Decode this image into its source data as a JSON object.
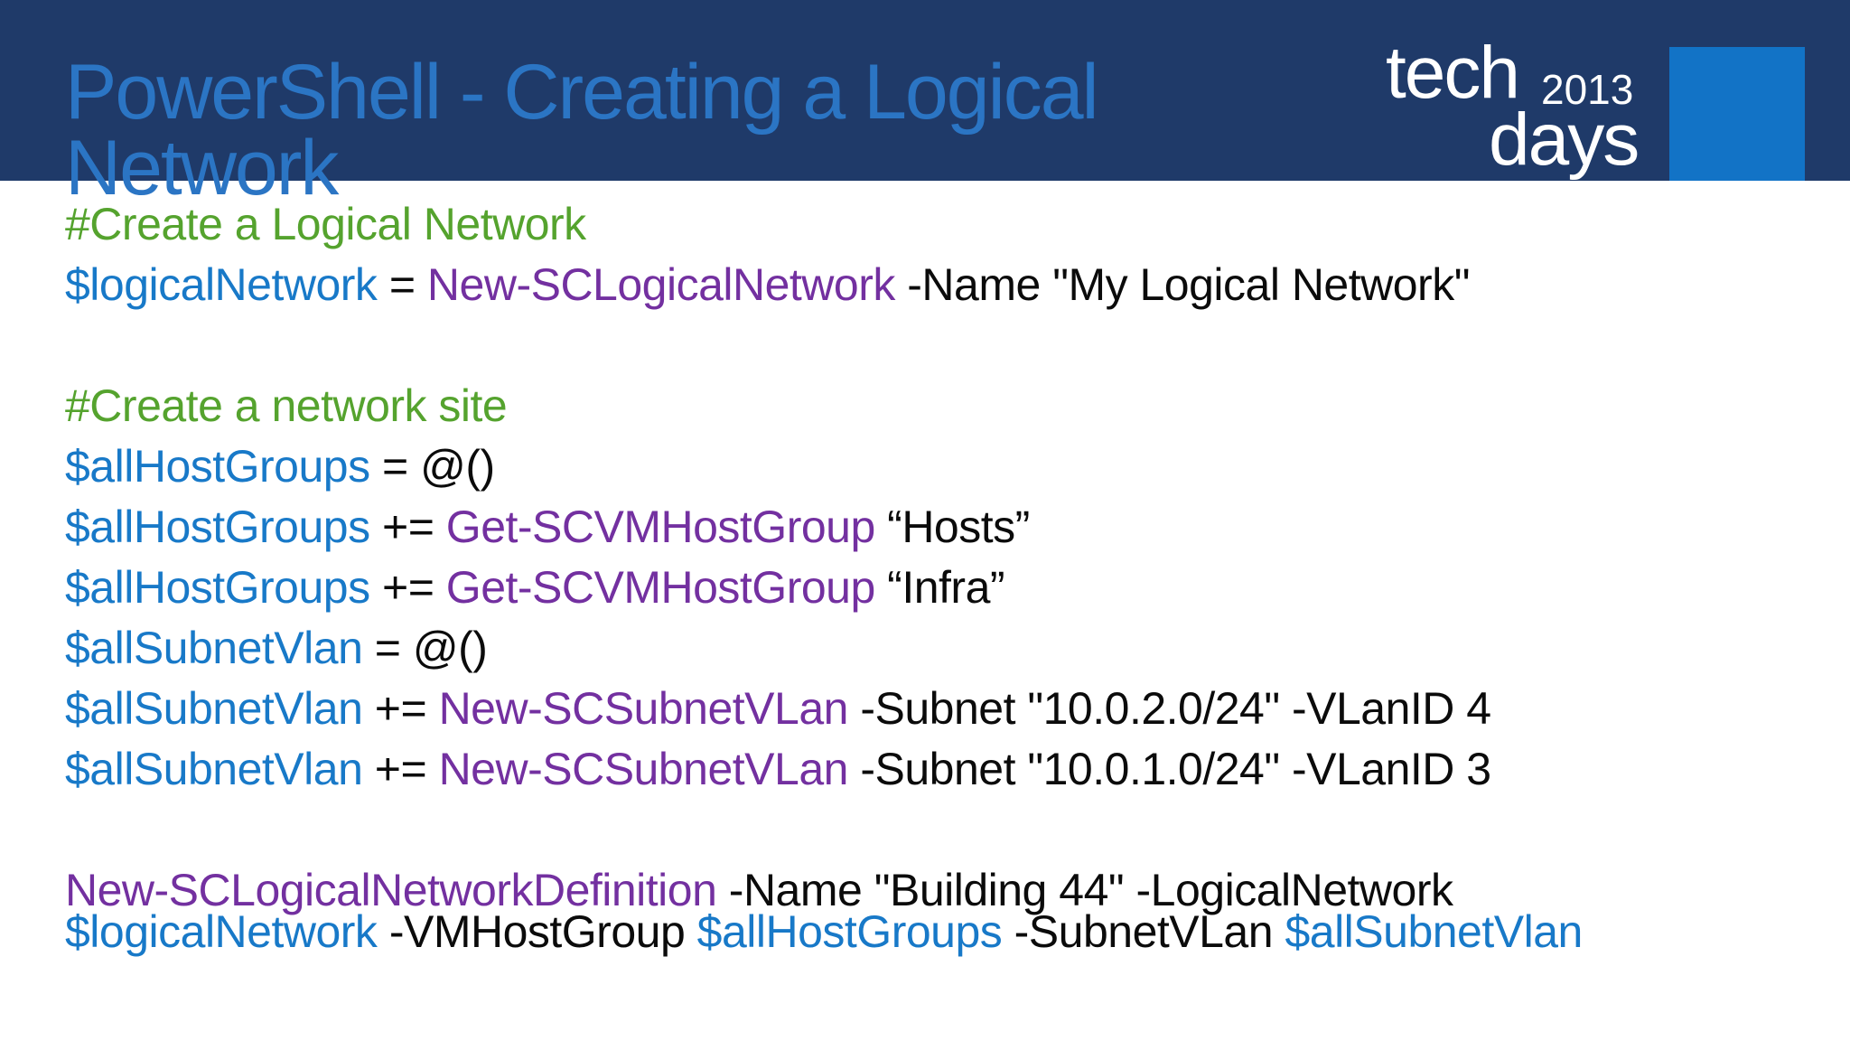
{
  "slide": {
    "title": "PowerShell - Creating a Logical Network",
    "logo": {
      "tech": "tech",
      "year": "2013",
      "days": "days"
    },
    "colors": {
      "background": "#FFFFFF",
      "band": "#1F3A69",
      "title": "#2B75C4",
      "square": "#1273C6",
      "logo-text": "#FFFFFF",
      "comment": "#55A32E",
      "variable": "#1879C8",
      "cmdlet": "#7330A0",
      "code-text": "#0B0B0B"
    },
    "code_lines": [
      {
        "type": "comment",
        "segments": [
          [
            "comment",
            "#Create a Logical Network"
          ]
        ]
      },
      {
        "type": "code",
        "segments": [
          [
            "variable",
            "$logicalNetwork"
          ],
          [
            "text",
            " = "
          ],
          [
            "cmdlet",
            "New-SCLogicalNetwork"
          ],
          [
            "text",
            " -Name \"My Logical Network\""
          ]
        ]
      },
      {
        "type": "blank"
      },
      {
        "type": "comment",
        "segments": [
          [
            "comment",
            "#Create a network site"
          ]
        ]
      },
      {
        "type": "code",
        "segments": [
          [
            "variable",
            "$allHostGroups"
          ],
          [
            "text",
            " = @()"
          ]
        ]
      },
      {
        "type": "code",
        "segments": [
          [
            "variable",
            "$allHostGroups"
          ],
          [
            "text",
            " += "
          ],
          [
            "cmdlet",
            "Get-SCVMHostGroup"
          ],
          [
            "text",
            " “Hosts”"
          ]
        ]
      },
      {
        "type": "code",
        "segments": [
          [
            "variable",
            "$allHostGroups"
          ],
          [
            "text",
            " += "
          ],
          [
            "cmdlet",
            "Get-SCVMHostGroup"
          ],
          [
            "text",
            " “Infra”"
          ]
        ]
      },
      {
        "type": "code",
        "segments": [
          [
            "variable",
            "$allSubnetVlan"
          ],
          [
            "text",
            " = @()"
          ]
        ]
      },
      {
        "type": "code",
        "segments": [
          [
            "variable",
            "$allSubnetVlan"
          ],
          [
            "text",
            " += "
          ],
          [
            "cmdlet",
            "New-SCSubnetVLan"
          ],
          [
            "text",
            " -Subnet \"10.0.2.0/24\" -VLanID 4"
          ]
        ]
      },
      {
        "type": "code",
        "segments": [
          [
            "variable",
            "$allSubnetVlan"
          ],
          [
            "text",
            " += "
          ],
          [
            "cmdlet",
            "New-SCSubnetVLan"
          ],
          [
            "text",
            " -Subnet \"10.0.1.0/24\" -VLanID 3"
          ]
        ]
      },
      {
        "type": "blank"
      },
      {
        "type": "code",
        "tight": true,
        "segments": [
          [
            "cmdlet",
            "New-SCLogicalNetworkDefinition"
          ],
          [
            "text",
            " -Name \"Building 44\" -LogicalNetwork"
          ]
        ]
      },
      {
        "type": "code",
        "segments": [
          [
            "variable",
            "$logicalNetwork"
          ],
          [
            "text",
            " -VMHostGroup "
          ],
          [
            "variable",
            "$allHostGroups"
          ],
          [
            "text",
            " -SubnetVLan "
          ],
          [
            "variable",
            "$allSubnetVlan"
          ]
        ]
      }
    ]
  }
}
